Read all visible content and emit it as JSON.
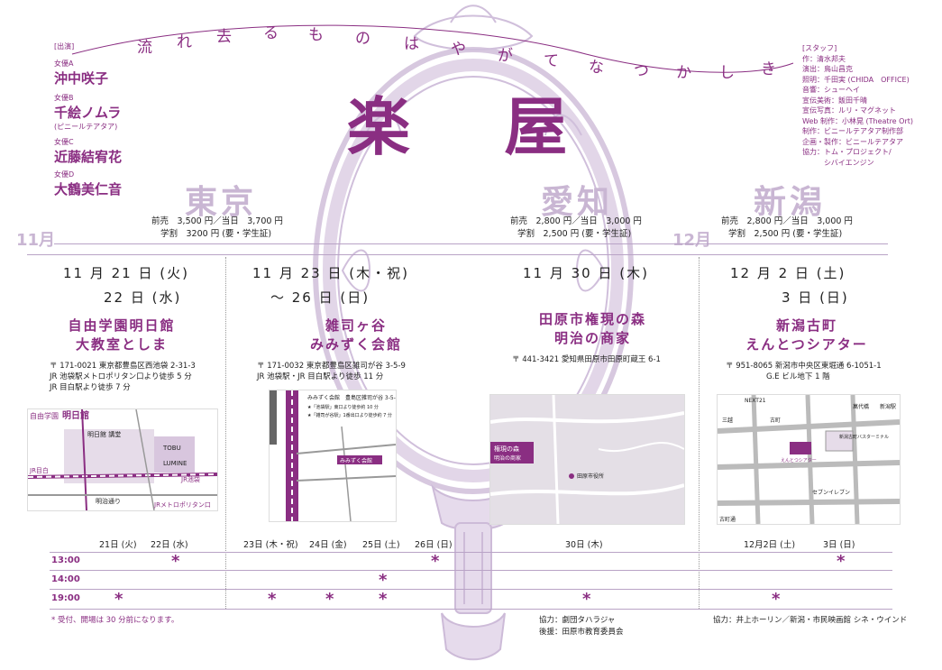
{
  "tagline": [
    "流",
    "れ",
    "去",
    "る",
    "も",
    "の",
    "は",
    "や",
    "が",
    "て",
    "な",
    "つ",
    "か",
    "し",
    "き"
  ],
  "title": "楽 屋",
  "cast": {
    "heading": "[出演]",
    "members": [
      {
        "role": "女優A",
        "name": "沖中咲子",
        "note": ""
      },
      {
        "role": "女優B",
        "name": "千絵ノムラ",
        "note": "(ピニールテアタア)"
      },
      {
        "role": "女優C",
        "name": "近藤結宥花",
        "note": ""
      },
      {
        "role": "女優D",
        "name": "大鶴美仁音",
        "note": ""
      }
    ]
  },
  "staff": {
    "heading": "[スタッフ]",
    "lines": [
      "作：清水邦夫",
      "演出：鳥山昌克",
      "照明：千田実 (CHIDA　OFFICE)",
      "音響：シューヘイ",
      "宣伝美術：飯田千晴",
      "宣伝写真：ルリ・マグネット",
      "Web 制作：小林晃 (Theatre Ort)",
      "制作：ビニールテアタア制作部",
      "企画・製作：ビニールテアタア",
      "協力：トム・プロジェクト/",
      "　　　シバイエンジン"
    ]
  },
  "cities": [
    {
      "name": "東京",
      "price1": "前売　3,500 円／当日　3,700 円",
      "price2": "学割　3200 円 (要・学生証)"
    },
    {
      "name": "愛知",
      "price1": "前売　2,800 円／当日　3,000 円",
      "price2": "学割　2,500 円 (要・学生証)"
    },
    {
      "name": "新潟",
      "price1": "前売　2,800 円／当日　3,000 円",
      "price2": "学割　2,500 円 (要・学生証)"
    }
  ],
  "months": {
    "nov": "11月",
    "dec": "12月"
  },
  "venues": [
    {
      "date1": "11 月 21 日 (火)",
      "date2": "22 日 (水)",
      "name1": "自由学園明日館",
      "name2": "大教室としま",
      "addr": [
        "〒 171-0021 東京都豊島区西池袋 2-31-3",
        "JR 池袋駅メトロポリタン口より徒歩 5 分",
        "JR 目白駅より徒歩 7 分"
      ],
      "map_labels": [
        "自由学園",
        "明日館",
        "明日館 講堂",
        "LUMINE",
        "TOBU",
        "JR池袋",
        "JR目白",
        "明治通り",
        "JRメトロポリタン口"
      ]
    },
    {
      "date1": "11 月 23 日 (木・祝)",
      "date2": "〜 26 日 (日)",
      "name1": "雑司ヶ谷",
      "name2": "みみずく会館",
      "addr": [
        "〒 171-0032 東京都豊島区雑司が谷 3-5-9",
        "JR 池袋駅・JR 目白駅より徒歩 11 分"
      ],
      "map_labels": [
        "みみずく会館　豊島区雑司が谷 3-5-9",
        "★「池袋駅」東口より徒歩約 10 分",
        "★「雑司が谷駅」1番出口より徒歩約 7 分",
        "みみずく会館"
      ]
    },
    {
      "date1": "11 月 30 日 (木)",
      "date2": "",
      "name1": "田原市権現の森",
      "name2": "明治の商家",
      "addr": [
        "〒 441-3421 愛知県田原市田原町蔵王 6-1"
      ],
      "map_labels": [
        "権現の森",
        "明治の商家",
        "田原市役所"
      ]
    },
    {
      "date1": "12 月 2 日 (土)",
      "date2": "3 日 (日)",
      "name1": "新潟古町",
      "name2": "えんとつシアター",
      "addr": [
        "〒 951-8065 新潟市中央区東堀通 6-1051-1",
        "G.E ビル地下 1 階"
      ],
      "map_labels": [
        "NEXT21",
        "三越",
        "古町",
        "新潟古町バスターミナル",
        "セブンイレブン",
        "えんとつシアター",
        "萬代橋",
        "新潟駅",
        "古町通"
      ]
    }
  ],
  "schedule": {
    "days": [
      "21日 (火)",
      "22日 (水)",
      "23日 (木・祝)",
      "24日 (金)",
      "25日 (土)",
      "26日 (日)",
      "30日 (木)",
      "12月2日 (土)",
      "3日 (日)"
    ],
    "times": [
      "13:00",
      "14:00",
      "19:00"
    ],
    "star": "*",
    "shows": {
      "13:00": [
        1,
        5,
        8
      ],
      "14:00": [
        4
      ],
      "19:00": [
        0,
        2,
        3,
        4,
        6,
        7
      ]
    }
  },
  "footer": {
    "note": "* 受付、開場は 30 分前になります。",
    "aichi_support1": "協力：劇団タハラジャ",
    "aichi_support2": "後援：田原市教育委員会",
    "niigata_support": "協力：井上ホーリン／新潟・市民映画館 シネ・ウインド"
  },
  "colors": {
    "accent": "#8a2e82",
    "light": "#c9b6d3",
    "text": "#222222"
  }
}
